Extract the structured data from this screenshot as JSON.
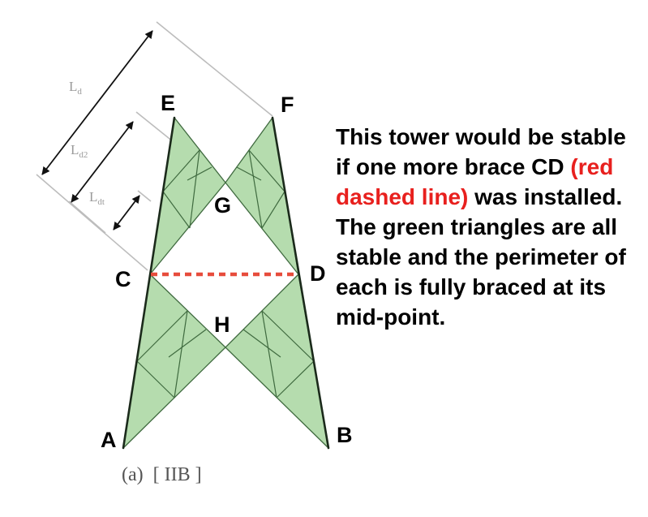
{
  "labels": {
    "e": "E",
    "f": "F",
    "g": "G",
    "c": "C",
    "d": "D",
    "h": "H",
    "a": "A",
    "b": "B"
  },
  "dimensions": {
    "ld": "L",
    "ld_sub": "d",
    "ld2": "L",
    "ld2_sub": "d2",
    "ldt": "L",
    "ldt_sub": "dt"
  },
  "caption": "(a)  [ IIB ]",
  "description": {
    "part1": "This tower would be stable if one more brace CD ",
    "highlight": "(red dashed line)",
    "part2": " was installed. The green triangles are all stable and the perimeter of each is fully braced at its mid-point."
  },
  "colors": {
    "fill": "#b5dcae",
    "highlight": "#e8201e",
    "brace": "#e74c3c"
  }
}
